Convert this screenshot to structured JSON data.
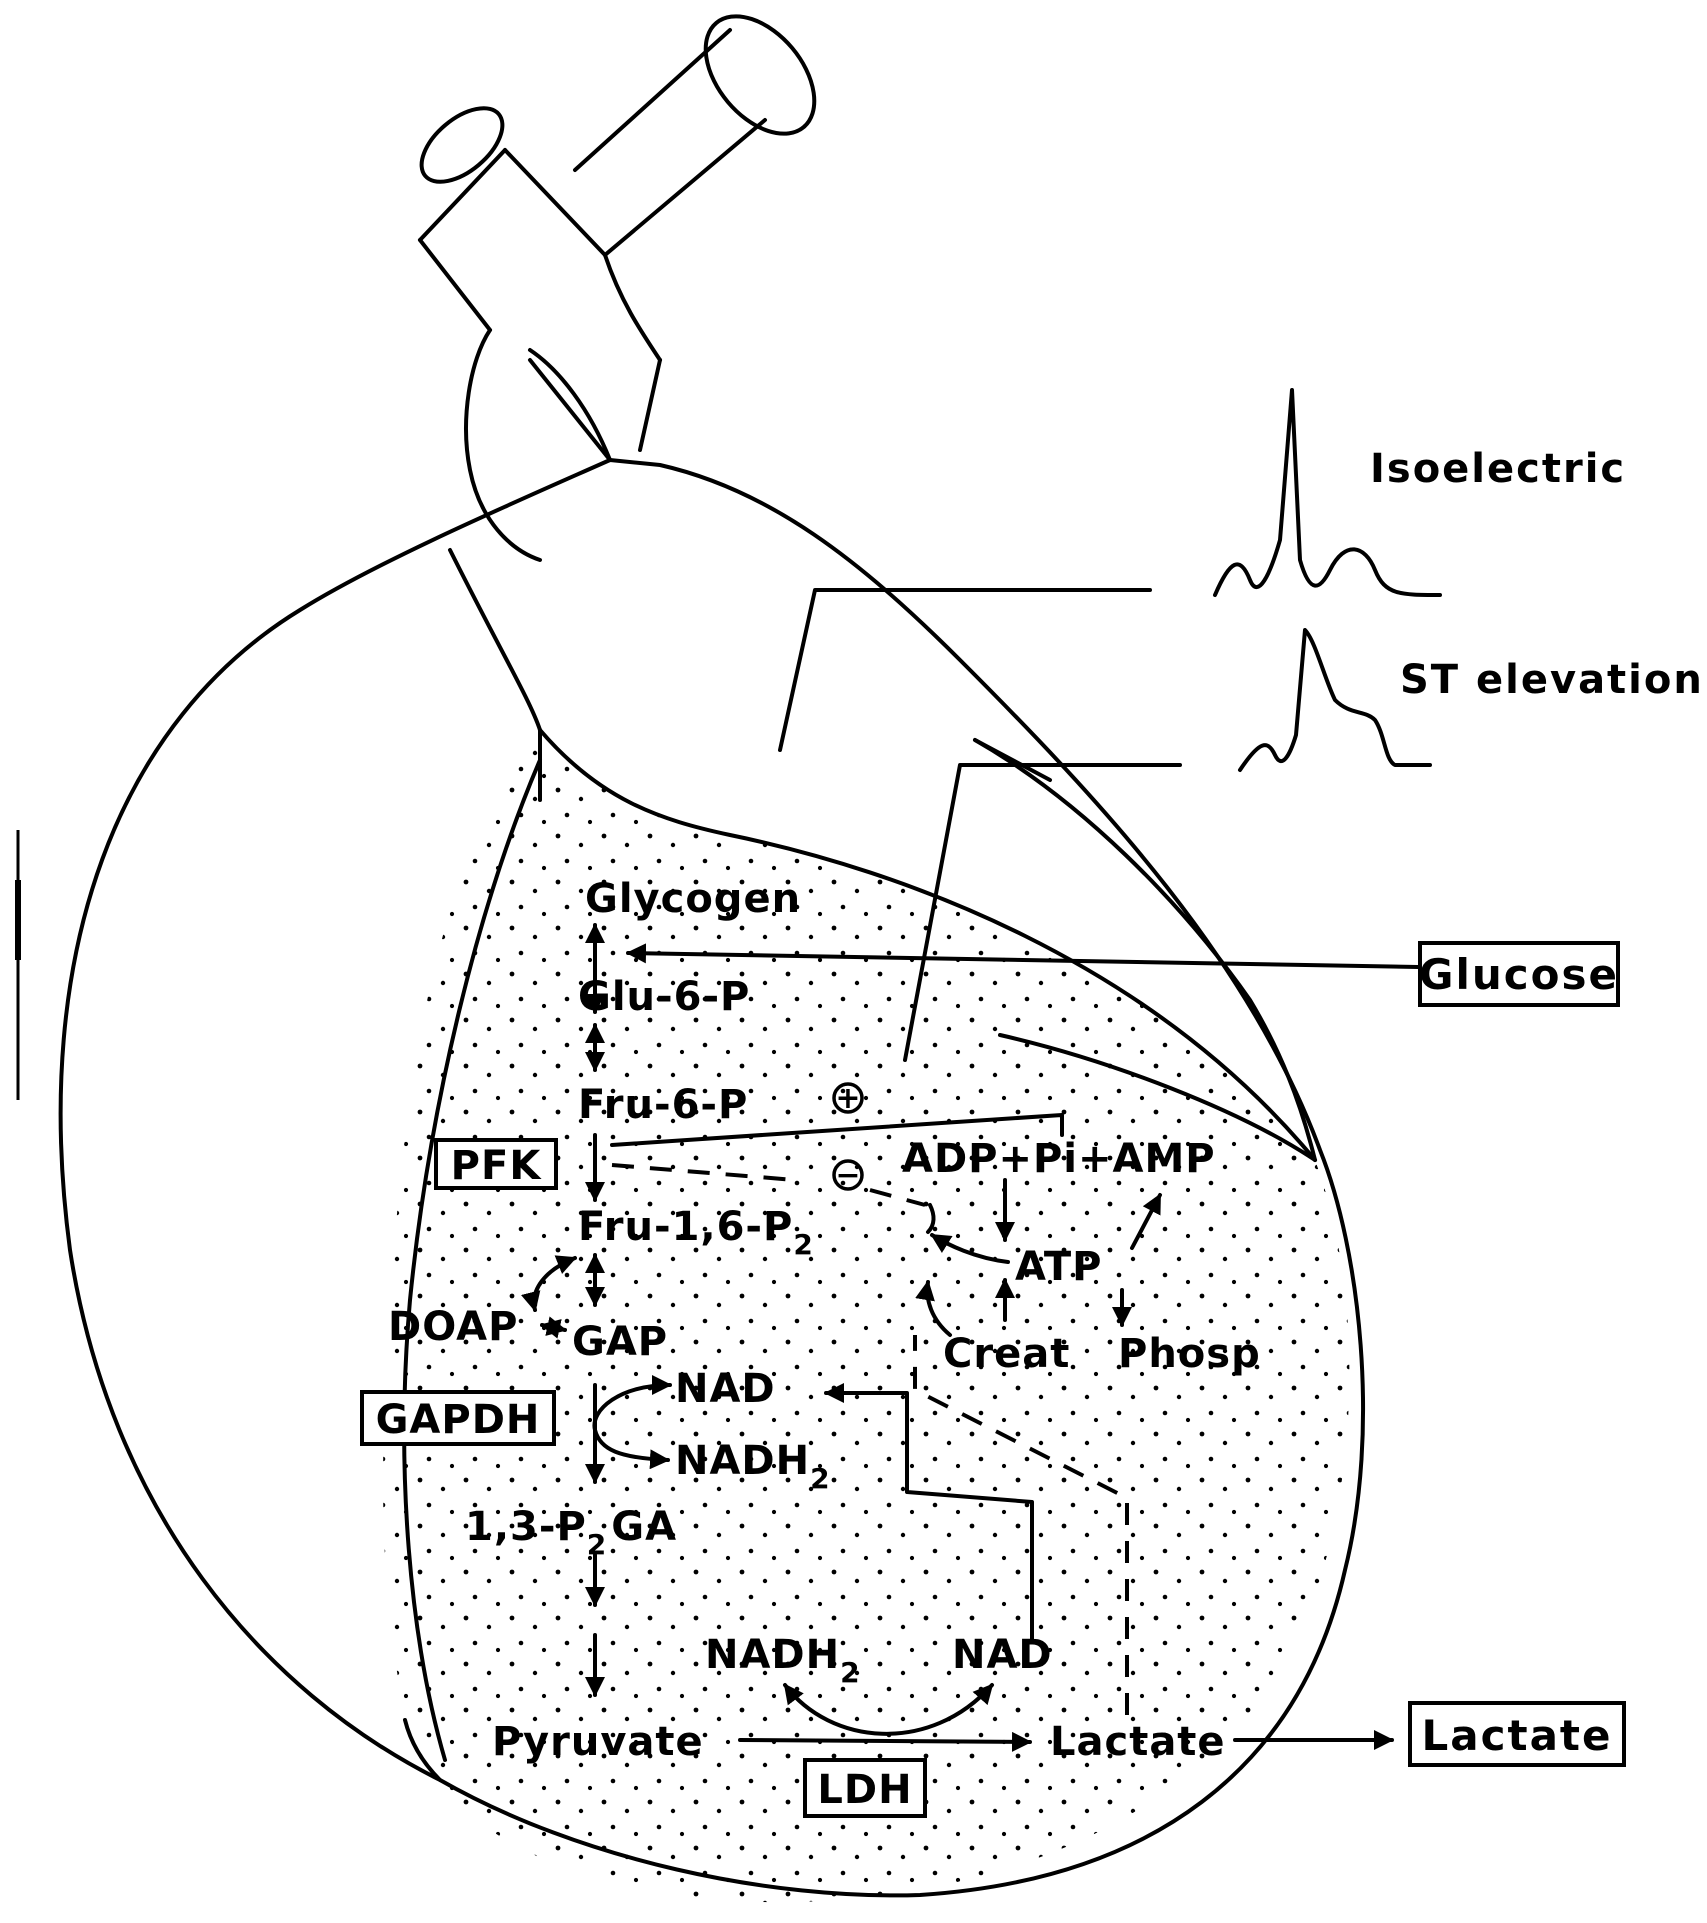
{
  "ecg": {
    "top_label": "Isoelectric",
    "bottom_label": "ST elevation"
  },
  "metabolites": {
    "glycogen": "Glycogen",
    "glu6p": "Glu-6-P",
    "fru6p": "Fru-6-P",
    "fru16p2_base": "Fru-1,6-P",
    "fru16p2_sub": "2",
    "doap": "DOAP",
    "gap": "GAP",
    "nad_upper": "NAD",
    "nadh2_upper_base": "NADH",
    "nadh2_upper_sub": "2",
    "p2ga_left": "1,3-P",
    "p2ga_sub": "2",
    "p2ga_right": "GA",
    "nadh2_lower_base": "NADH",
    "nadh2_lower_sub": "2",
    "nad_lower": "NAD",
    "pyruvate": "Pyruvate",
    "lactate_inner": "Lactate",
    "adp_pi_amp": "ADP+Pi+AMP",
    "atp": "ATP",
    "creat": "Creat",
    "phosp": "Phosp"
  },
  "signs": {
    "plus": "+",
    "minus": "−"
  },
  "enzymes": {
    "pfk": "PFK",
    "gapdh": "GAPDH",
    "ldh": "LDH"
  },
  "exchange": {
    "glucose": "Glucose",
    "lactate": "Lactate"
  }
}
